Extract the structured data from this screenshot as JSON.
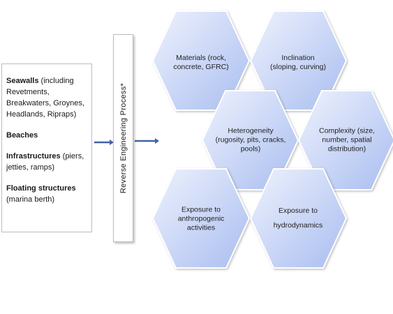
{
  "categories": [
    {
      "bold": "Seawalls",
      "rest": " (including Revetments, Breakwaters, Groynes, Headlands, Ripraps)"
    },
    {
      "bold": "Beaches",
      "rest": ""
    },
    {
      "bold": "Infrastructures",
      "rest": " (piers, jetties, ramps)"
    },
    {
      "bold": "Floating structures",
      "rest": " (marina berth)"
    }
  ],
  "process_label": "Reverse Engineering Process*",
  "hexagons": [
    {
      "key": "materials",
      "line1": "Materials (rock,",
      "line2": "concrete, GFRC)",
      "line3": ""
    },
    {
      "key": "inclination",
      "line1": "Inclination",
      "line2": "(sloping, curving)",
      "line3": ""
    },
    {
      "key": "heterogeneity",
      "line1": "Heterogeneity",
      "line2": "(rugosity, pits, cracks,",
      "line3": "pools)"
    },
    {
      "key": "complexity",
      "line1": "Complexity (size,",
      "line2": "number, spatial",
      "line3": "distribution)"
    },
    {
      "key": "anthropogenic",
      "line1": "Exposure to",
      "line2": "anthropogenic",
      "line3": "activities"
    },
    {
      "key": "hydrodynamics",
      "line1": "Exposure to",
      "line2": "hydrodynamics",
      "line3": ""
    }
  ],
  "colors": {
    "hex_fill_light": "#eef2fd",
    "hex_fill_dark": "#a9bdf0",
    "hex_stroke": "#ffffff",
    "arrow": "#3f63a6"
  }
}
